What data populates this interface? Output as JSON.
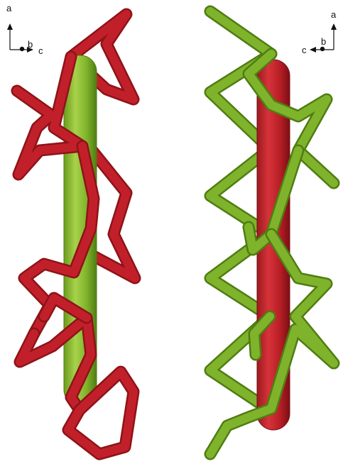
{
  "figure": {
    "left_panel": {
      "axes": {
        "up": "a",
        "into": "b",
        "right": "c"
      },
      "rod_color": "#7fb32b",
      "chain_color": "#c1202a"
    },
    "right_panel": {
      "axes": {
        "up": "a",
        "into": "b",
        "left": "c"
      },
      "rod_color": "#c1202a",
      "chain_color": "#7fb32b"
    }
  },
  "colors": {
    "red": "#c1202a",
    "red_dark": "#8e1318",
    "green": "#7fb32b",
    "green_dark": "#4f7d12",
    "background": "#ffffff"
  }
}
